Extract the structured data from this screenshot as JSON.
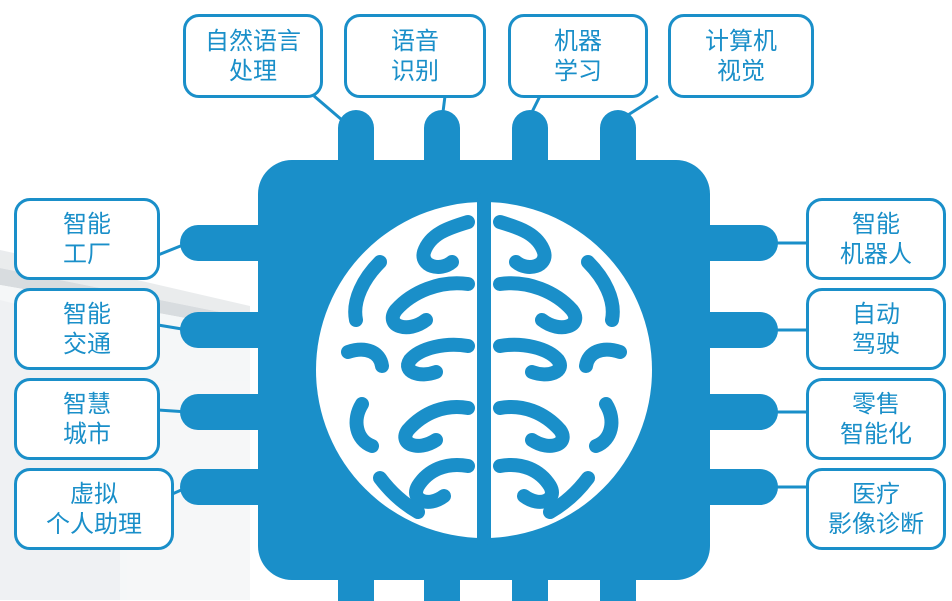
{
  "colors": {
    "accent": "#1a8fc9",
    "chip": "#1a8fc9",
    "brain": "#ffffff",
    "background": "#ffffff"
  },
  "chip": {
    "icon": "brain-icon"
  },
  "top_labels": [
    {
      "id": "nlp",
      "line1": "自然语言",
      "line2": "处理"
    },
    {
      "id": "speech",
      "line1": "语音",
      "line2": "识别"
    },
    {
      "id": "ml",
      "line1": "机器",
      "line2": "学习"
    },
    {
      "id": "cv",
      "line1": "计算机",
      "line2": "视觉"
    }
  ],
  "left_labels": [
    {
      "id": "factory",
      "line1": "智能",
      "line2": "工厂"
    },
    {
      "id": "traffic",
      "line1": "智能",
      "line2": "交通"
    },
    {
      "id": "city",
      "line1": "智慧",
      "line2": "城市"
    },
    {
      "id": "assistant",
      "line1": "虚拟",
      "line2": "个人助理"
    }
  ],
  "right_labels": [
    {
      "id": "robot",
      "line1": "智能",
      "line2": "机器人"
    },
    {
      "id": "driving",
      "line1": "自动",
      "line2": "驾驶"
    },
    {
      "id": "retail",
      "line1": "零售",
      "line2": "智能化"
    },
    {
      "id": "medical",
      "line1": "医疗",
      "line2": "影像诊断"
    }
  ]
}
